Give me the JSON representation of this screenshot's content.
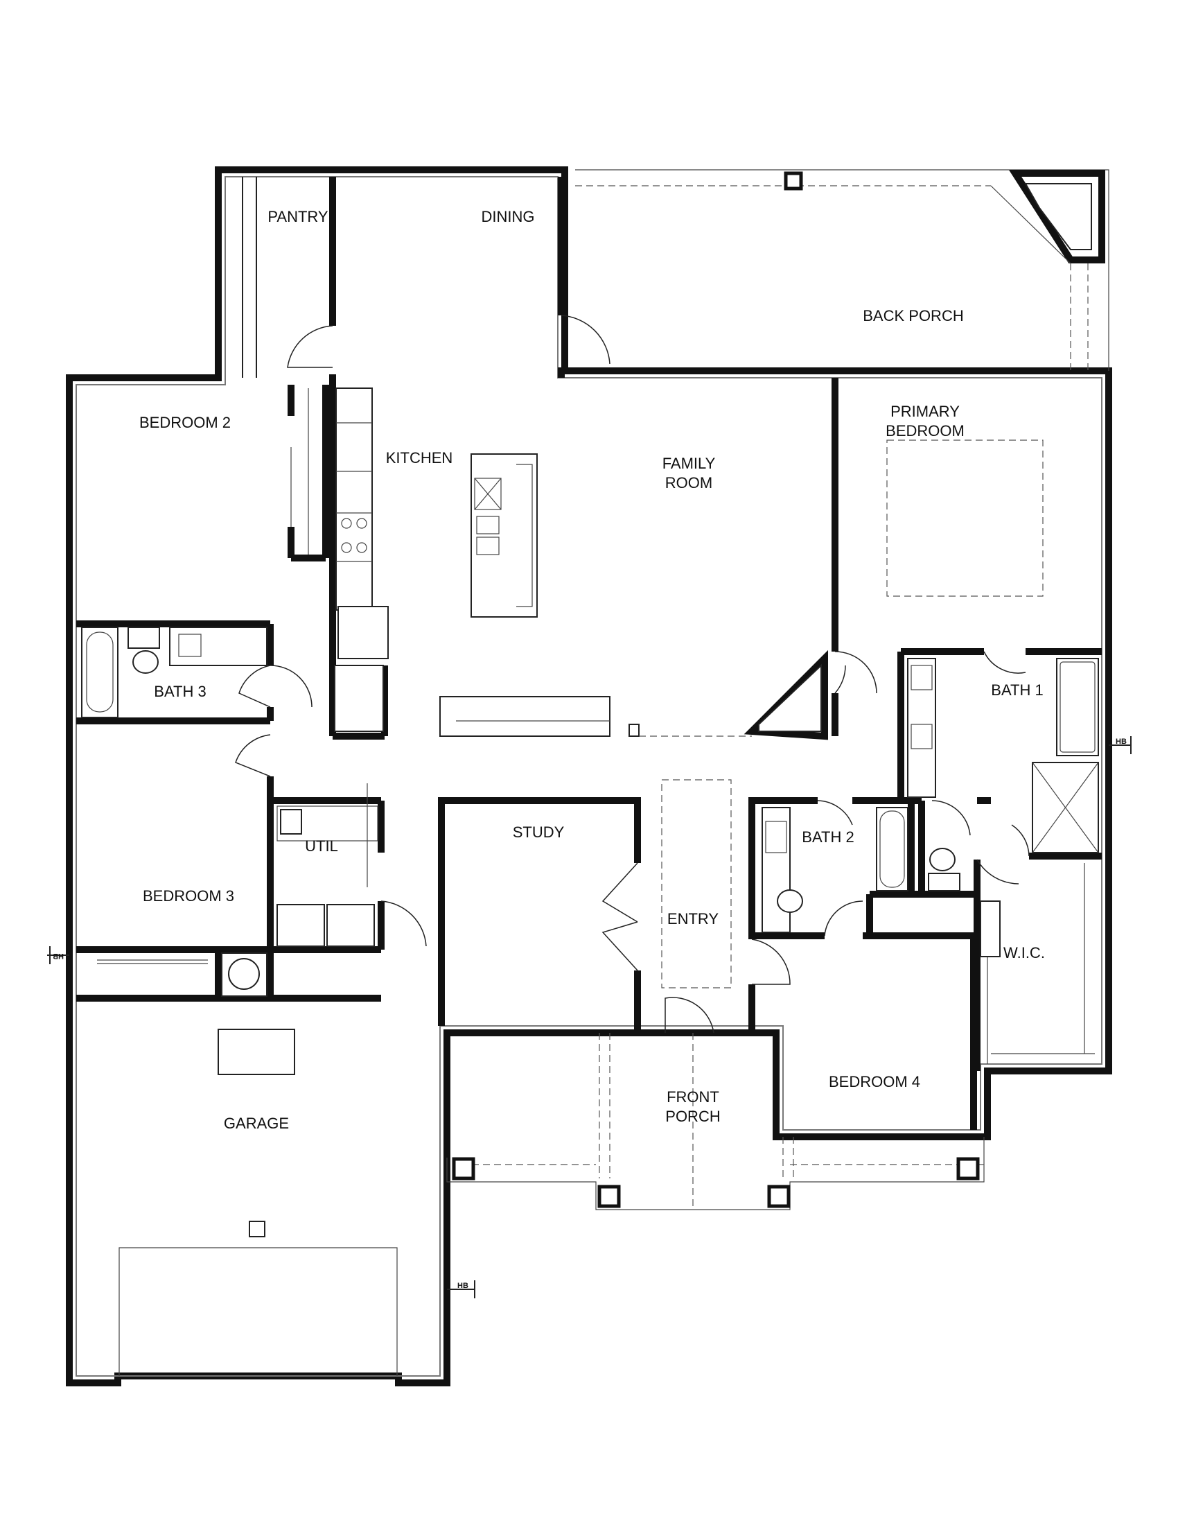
{
  "rooms": {
    "pantry": "PANTRY",
    "dining": "DINING",
    "back_porch": "BACK PORCH",
    "bedroom_2": "BEDROOM 2",
    "kitchen": "KITCHEN",
    "family_room_1": "FAMILY",
    "family_room_2": "ROOM",
    "primary_bedroom_1": "PRIMARY",
    "primary_bedroom_2": "BEDROOM",
    "bath_3": "BATH 3",
    "bath_1": "BATH 1",
    "study": "STUDY",
    "bath_2": "BATH 2",
    "util": "UTIL",
    "bedroom_3": "BEDROOM 3",
    "entry": "ENTRY",
    "wic": "W.I.C.",
    "bedroom_4": "BEDROOM 4",
    "front_porch_1": "FRONT",
    "front_porch_2": "PORCH",
    "garage": "GARAGE"
  },
  "hose_bibs": {
    "east": "HB",
    "west": "HB",
    "garage": "HB"
  }
}
